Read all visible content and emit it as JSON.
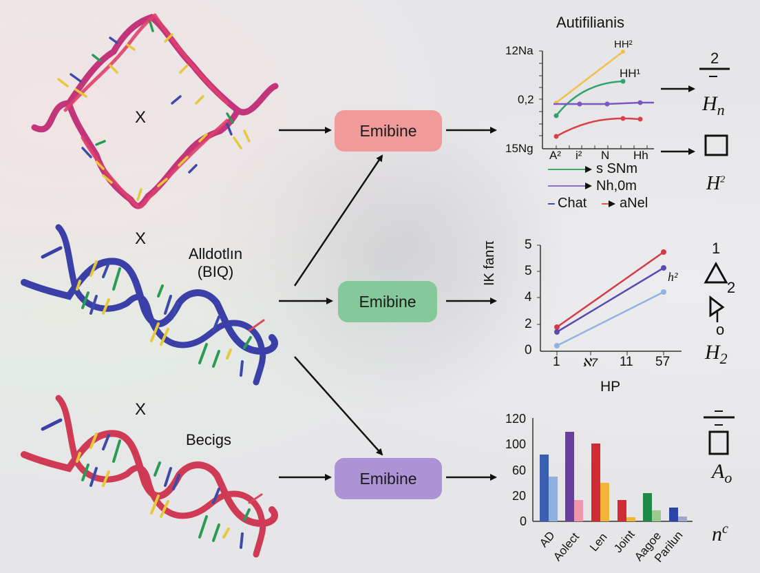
{
  "dna_structures": [
    {
      "id": "circular",
      "marker": "X",
      "label": "",
      "strand_color": "#c2357a",
      "accent_color": "#d63a5a"
    },
    {
      "id": "blue-helix",
      "marker": "X",
      "label_line1": "Alldotlın",
      "label_line2": "(BIQ)",
      "strand_color": "#3b3fa8"
    },
    {
      "id": "red-helix",
      "marker": "X",
      "label": "Becigs",
      "strand_color": "#cf3a55"
    }
  ],
  "process_boxes": [
    {
      "label": "Emibine",
      "color": "#f09a9a"
    },
    {
      "label": "Emibine",
      "color": "#85c99a"
    },
    {
      "label": "Emibine",
      "color": "#ab93d6"
    }
  ],
  "charts": {
    "top": {
      "title": "Autifilianis",
      "y_ticks": [
        "12Na",
        "0,2",
        "15Ng"
      ],
      "x_ticks": [
        "A²",
        "i²",
        "N",
        "Hh"
      ],
      "annotations": [
        "HH²",
        "HH¹"
      ],
      "legend": [
        {
          "label": "s SNm",
          "color": "#3aa86a"
        },
        {
          "label": "Nh,0m",
          "color": "#8b6cc9"
        },
        {
          "label": "Chat",
          "color": "#3d4fa8"
        },
        {
          "label": "aNel",
          "color": "#e05a5a"
        }
      ]
    },
    "middle": {
      "ylabel": "IK fanπ",
      "xlabel": "HP",
      "y_ticks": [
        "5",
        "5",
        "4",
        "2",
        "0"
      ],
      "x_ticks": [
        "1",
        "ℵ7",
        "11",
        "57"
      ],
      "annotation": "h²"
    },
    "bottom": {
      "y_ticks": [
        "120",
        "100",
        "60",
        "20",
        "0"
      ],
      "x_ticks": [
        "AD",
        "Aolect",
        "Len",
        "Joint",
        "Aagoe",
        "Parilun"
      ]
    }
  },
  "chart_data": [
    {
      "type": "line",
      "title": "Autifilianis",
      "xlabel": "",
      "ylabel": "",
      "categories": [
        "A²",
        "i²",
        "N",
        "Hh"
      ],
      "y_tick_labels": [
        "15Ng",
        "0,2",
        "12Na"
      ],
      "series": [
        {
          "name": "yellow",
          "color": "#f2c04a",
          "values": [
            0.5,
            null,
            1.0,
            null
          ]
        },
        {
          "name": "s SNm",
          "color": "#2fa36a",
          "values": [
            0.35,
            null,
            0.7,
            null
          ]
        },
        {
          "name": "Nh,0m",
          "color": "#7b55c0",
          "values": [
            0.47,
            0.47,
            0.47,
            0.48
          ]
        },
        {
          "name": "aNel",
          "color": "#d8404a",
          "values": [
            0.12,
            null,
            0.3,
            0.3
          ]
        }
      ],
      "annotations": [
        "HH²",
        "HH¹"
      ],
      "legend_position": "below"
    },
    {
      "type": "line",
      "title": "",
      "xlabel": "HP",
      "ylabel": "IK fanπ",
      "categories": [
        "1",
        "ℵ7",
        "11",
        "57"
      ],
      "y_tick_labels": [
        "0",
        "2",
        "4",
        "5",
        "5"
      ],
      "series": [
        {
          "name": "red",
          "color": "#d33a4a",
          "x": [
            "1",
            "57"
          ],
          "values": [
            1.8,
            5.7
          ]
        },
        {
          "name": "purple",
          "color": "#5a4bb0",
          "x": [
            "1",
            "57"
          ],
          "values": [
            1.4,
            5.1
          ]
        },
        {
          "name": "light blue",
          "color": "#8fb4de",
          "x": [
            "1",
            "57"
          ],
          "values": [
            0.4,
            4.3
          ]
        }
      ],
      "annotation": "h²",
      "grid": false
    },
    {
      "type": "bar",
      "title": "",
      "xlabel": "",
      "ylabel": "",
      "categories": [
        "AD",
        "Aolect",
        "Len",
        "Joint",
        "Aagoe",
        "Parilun"
      ],
      "y_tick_labels": [
        "0",
        "20",
        "60",
        "100",
        "120"
      ],
      "series": [
        {
          "name": "primary",
          "values": [
            92,
            110,
            101,
            17,
            23,
            11
          ],
          "colors": [
            "#3b5fb0",
            "#6a3ea0",
            "#d02a35",
            "#d02a35",
            "#1e8a45",
            "#2a44a8"
          ]
        },
        {
          "name": "secondary",
          "values": [
            55,
            17,
            40,
            4,
            8,
            4
          ],
          "colors": [
            "#8fb0e0",
            "#ee96ac",
            "#f2b43a",
            "#f2b43a",
            "#9bc98e",
            "#a0a6cc"
          ]
        }
      ],
      "ylim": [
        0,
        120
      ]
    }
  ],
  "side_symbols": {
    "top": [
      "2",
      "H n",
      "□",
      "H²"
    ],
    "middle": [
      "1",
      "△₂",
      "▷ o",
      "H₂"
    ],
    "bottom": [
      "=",
      "□",
      "A o",
      "n c"
    ]
  }
}
